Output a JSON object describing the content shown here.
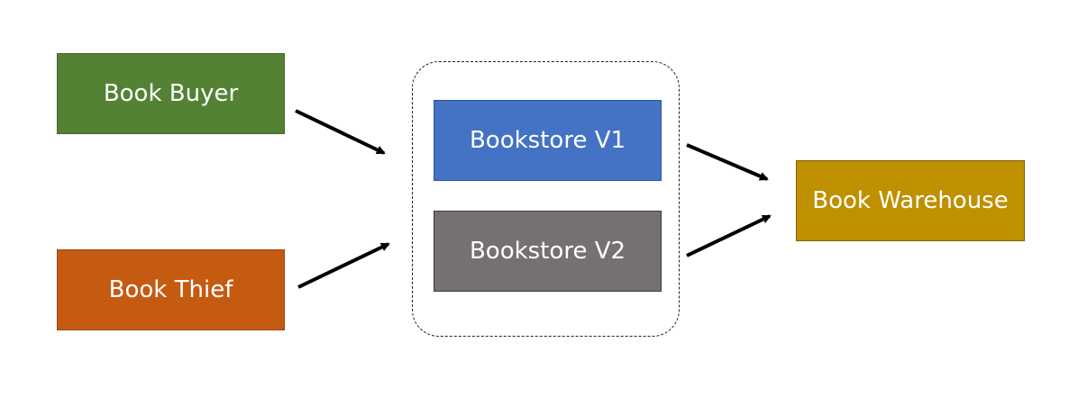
{
  "diagram": {
    "nodes": {
      "book_buyer": {
        "label": "Book Buyer",
        "color": "#548235"
      },
      "book_thief": {
        "label": "Book Thief",
        "color": "#c55a11"
      },
      "bookstore_v1": {
        "label": "Bookstore V1",
        "color": "#4472c4"
      },
      "bookstore_v2": {
        "label": "Bookstore V2",
        "color": "#767171"
      },
      "book_warehouse": {
        "label": "Book Warehouse",
        "color": "#bf9000"
      }
    },
    "group": {
      "style": "dashed",
      "members": [
        "bookstore_v1",
        "bookstore_v2"
      ]
    },
    "edges": [
      {
        "from": "book_buyer",
        "to": "bookstore_group"
      },
      {
        "from": "book_thief",
        "to": "bookstore_group"
      },
      {
        "from": "bookstore_v1",
        "to": "book_warehouse"
      },
      {
        "from": "bookstore_v2",
        "to": "book_warehouse"
      }
    ],
    "edge_color": "#000000"
  }
}
